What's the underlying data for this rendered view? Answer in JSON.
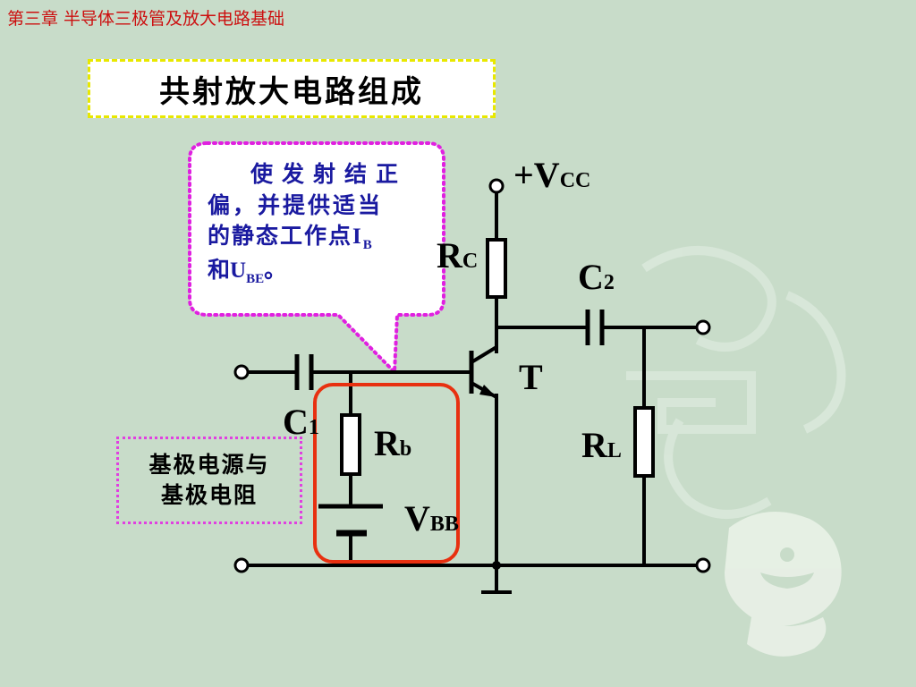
{
  "header": {
    "chapter_title": "第三章  半导体三极管及放大电路基础"
  },
  "slide": {
    "title": "共射放大电路组成"
  },
  "callout": {
    "line1": "使发射结正",
    "line2": "偏，并提供适当",
    "line3_prefix": "的静态工作点",
    "ib_main": "I",
    "ib_sub": "B",
    "line4_prefix": "和",
    "ube_main": "U",
    "ube_sub": "BE",
    "line4_suffix": "。",
    "border_color": "#e020e0",
    "text_color": "#1a1aa0"
  },
  "note": {
    "line1": "基极电源与",
    "line2": "基极电阻",
    "border_color": "#e040e0"
  },
  "highlight": {
    "color": "#e83010"
  },
  "labels": {
    "vcc": {
      "main": "+V",
      "sub": "CC"
    },
    "rc": {
      "main": "R",
      "sub": "C"
    },
    "c2": {
      "main": "C",
      "sub": "2"
    },
    "t": {
      "main": "T"
    },
    "c1": {
      "main": "C",
      "sub": "1"
    },
    "rb": {
      "main": "R",
      "sub": "b"
    },
    "rl": {
      "main": "R",
      "sub": "L"
    },
    "vbb": {
      "main": "V",
      "sub": "BB"
    }
  },
  "colors": {
    "background": "#c8dcc9",
    "chapter_text": "#cc1010",
    "title_border": "#e8e800"
  }
}
